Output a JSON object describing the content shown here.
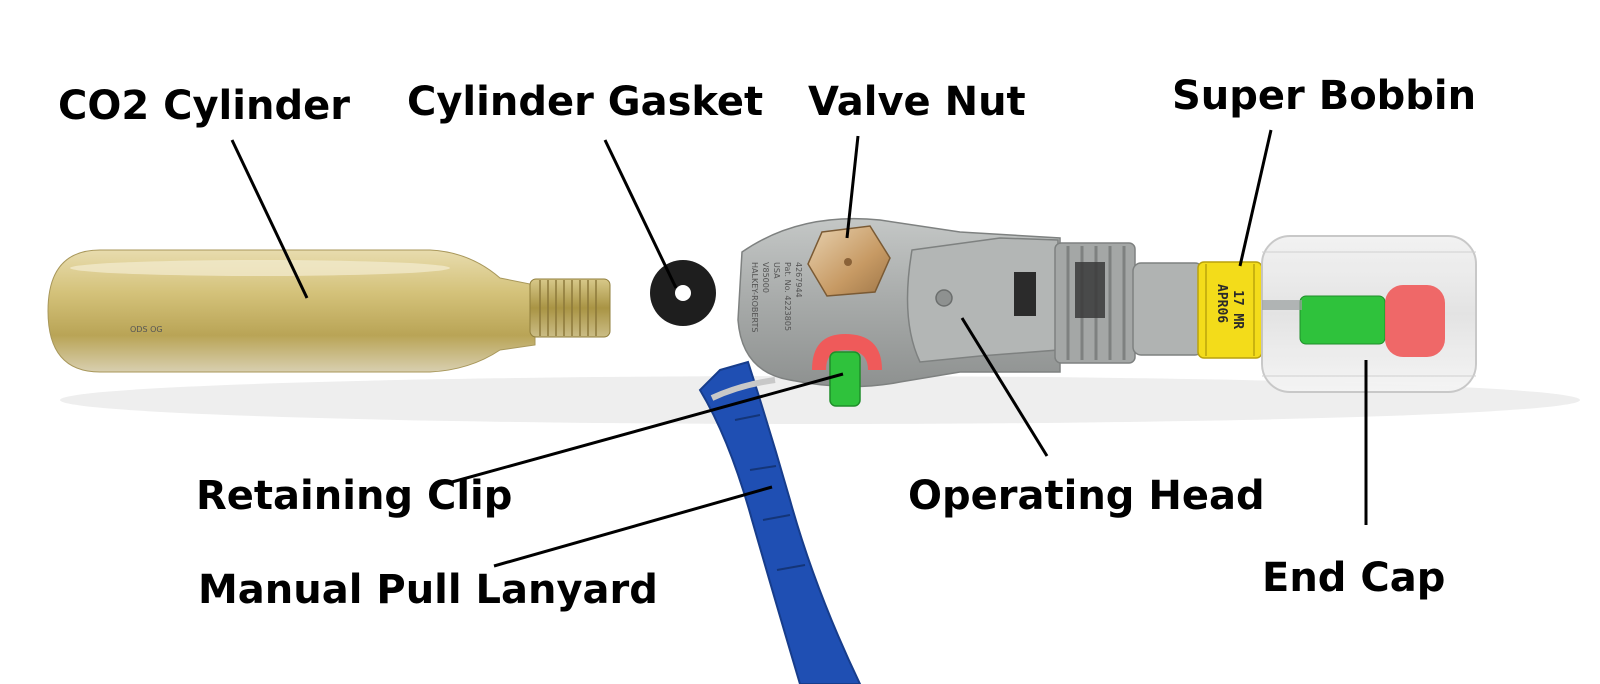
{
  "labels": {
    "co2_cylinder": "CO2 Cylinder",
    "cylinder_gasket": "Cylinder Gasket",
    "valve_nut": "Valve Nut",
    "super_bobbin": "Super Bobbin",
    "retaining_clip": "Retaining Clip",
    "operating_head": "Operating Head",
    "manual_pull_lanyard": "Manual Pull Lanyard",
    "end_cap": "End Cap"
  },
  "markings": {
    "head_line1": "HALKEY-ROBERTS",
    "head_line2": "V85000",
    "head_line3": "USA",
    "head_line4": "Pat. No. 4223805",
    "head_line5": "4267944",
    "bobbin_line1": "APR06",
    "bobbin_line2": "17 MR"
  },
  "colors": {
    "cylinder_gold": "#c9b56a",
    "thread_brass": "#b8a55a",
    "head_grey": "#a9acab",
    "bobbin_yellow": "#f3dc1a",
    "indicator_green": "#2fc23c",
    "indicator_red": "#ef5a5a",
    "lanyard_blue": "#1f4fb3",
    "leader_line": "#000000"
  }
}
